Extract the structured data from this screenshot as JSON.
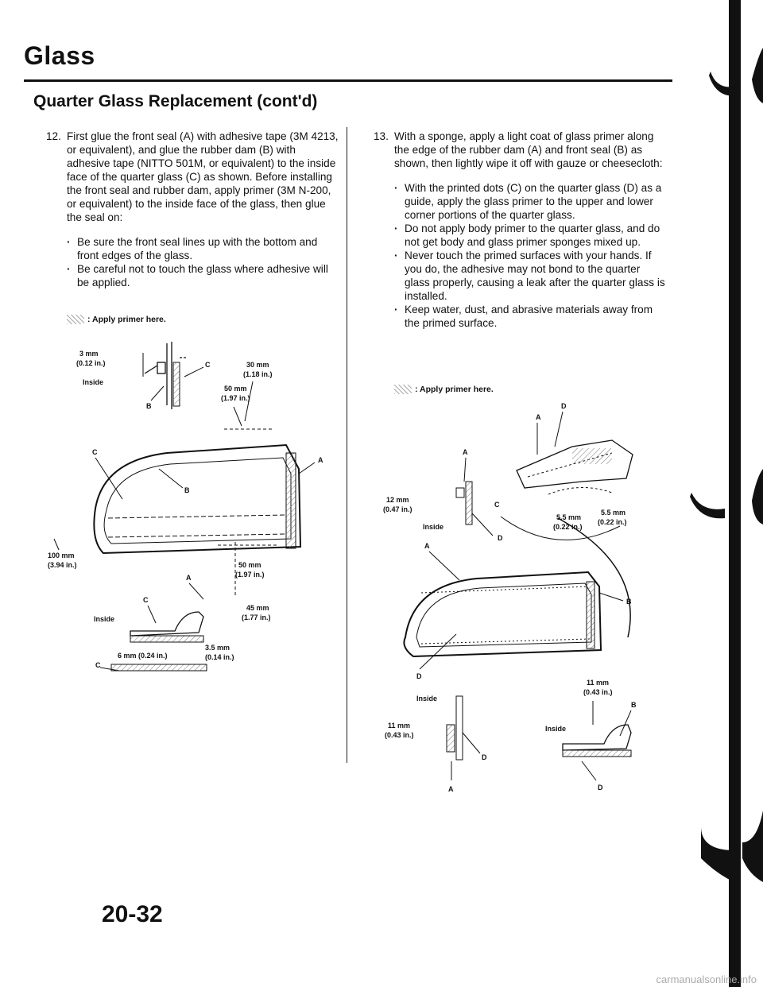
{
  "header": {
    "section": "Glass",
    "subtitle": "Quarter Glass Replacement (cont'd)"
  },
  "step12": {
    "number": "12.",
    "text": "First glue the front seal (A) with adhesive tape (3M 4213, or equivalent), and glue the rubber dam (B) with adhesive tape (NITTO 501M, or equivalent) to the inside face of the quarter glass (C) as shown. Before installing the front seal and rubber dam, apply primer (3M N-200, or equivalent) to the inside face of the glass, then glue the seal on:",
    "bullets": [
      "Be sure the front seal lines up with the bottom and front edges of the glass.",
      "Be careful not to touch the glass where adhesive will be applied."
    ],
    "legend": ": Apply primer here.",
    "labels": {
      "dim_3mm": "3 mm",
      "dim_3mm_in": "(0.12 in.)",
      "inside1": "Inside",
      "c1": "C",
      "b1": "B",
      "dim_30mm": "30 mm",
      "dim_30mm_in": "(1.18 in.)",
      "dim_50mm_top": "50 mm",
      "dim_50mm_top_in": "(1.97 in.)",
      "c2": "C",
      "a1": "A",
      "b2": "B",
      "dim_100mm": "100 mm",
      "dim_100mm_in": "(3.94 in.)",
      "a2": "A",
      "dim_50mm_bot": "50 mm",
      "dim_50mm_bot_in": "(1.97 in.)",
      "c3": "C",
      "dim_45mm": "45 mm",
      "dim_45mm_in": "(1.77 in.)",
      "inside2": "Inside",
      "dim_6mm": "6 mm (0.24 in.)",
      "dim_35mm": "3.5 mm",
      "dim_35mm_in": "(0.14 in.)",
      "c4": "C"
    }
  },
  "step13": {
    "number": "13.",
    "text": "With a sponge, apply a light coat of glass primer along the edge of the rubber dam (A) and front seal (B) as shown, then lightly wipe it off with gauze or cheesecloth:",
    "bullets": [
      "With the printed dots (C) on the quarter glass (D) as a guide, apply the glass primer to the upper and lower corner portions of the quarter glass.",
      "Do not apply body primer to the quarter glass, and do not get body and glass primer sponges mixed up.",
      "Never touch the primed surfaces with your hands. If you do, the adhesive may not bond to the quarter glass properly, causing a leak after the quarter glass is installed.",
      "Keep water, dust, and abrasive materials away from the primed surface."
    ],
    "legend": ": Apply primer here.",
    "labels": {
      "d1": "D",
      "a1": "A",
      "a2": "A",
      "dim_12mm": "12 mm",
      "dim_12mm_in": "(0.47 in.)",
      "inside1": "Inside",
      "c1": "C",
      "dim_55a": "5.5 mm",
      "dim_55a_in": "(0.22 in.)",
      "dim_55b": "5.5 mm",
      "dim_55b_in": "(0.22 in.)",
      "d2": "D",
      "a3": "A",
      "b1": "B",
      "d3": "D",
      "dim_11mm_r": "11 mm",
      "dim_11mm_r_in": "(0.43 in.)",
      "b2": "B",
      "inside2": "Inside",
      "inside3": "Inside",
      "dim_11mm_l": "11 mm",
      "dim_11mm_l_in": "(0.43 in.)",
      "d4": "D",
      "a4": "A",
      "d5": "D"
    }
  },
  "footer": {
    "page_number": "20-32",
    "watermark": "carmanualsonline.info"
  }
}
